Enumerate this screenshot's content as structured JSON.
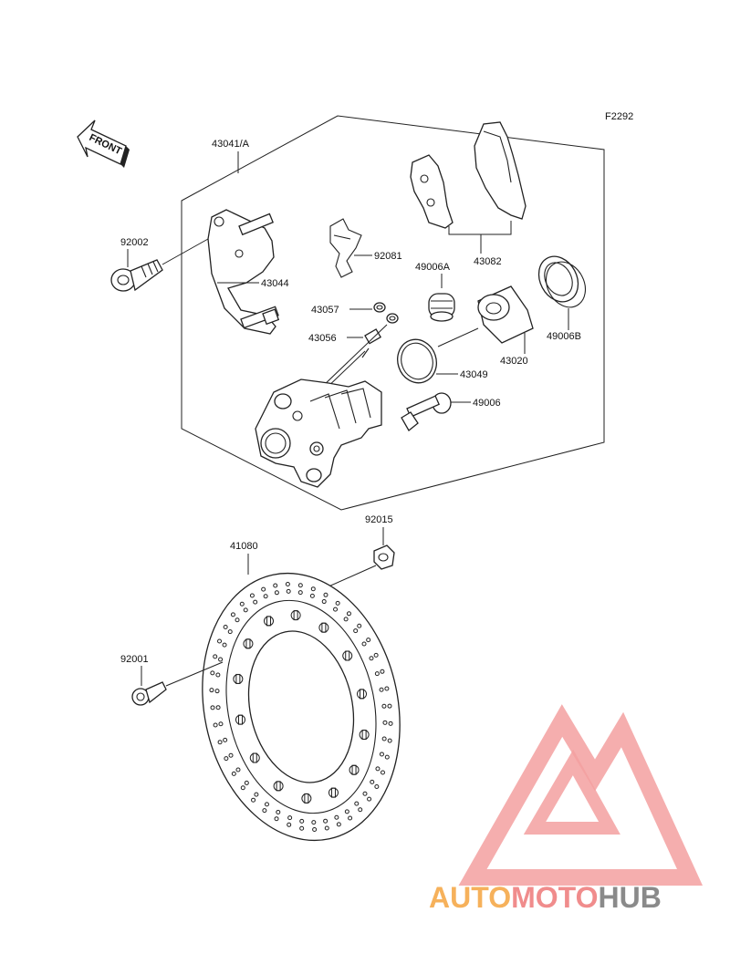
{
  "figure_code": "F2292",
  "front_label": "FRONT",
  "parts": {
    "p43041": "43041/A",
    "p92002": "92002",
    "p43044": "43044",
    "p92081": "92081",
    "p43082": "43082",
    "p49006A": "49006A",
    "p43057": "43057",
    "p43056": "43056",
    "p43049": "43049",
    "p43020": "43020",
    "p49006B": "49006B",
    "p49006": "49006",
    "p92015": "92015",
    "p41080": "41080",
    "p92001": "92001"
  },
  "watermark": {
    "part1": "AUTO",
    "part2": "MOTO",
    "part3": "HUB",
    "color_auto": "#f6b15b",
    "color_moto": "#f08c8c",
    "color_hub": "#8a8a8a",
    "logo_color": "#f3a0a0"
  }
}
